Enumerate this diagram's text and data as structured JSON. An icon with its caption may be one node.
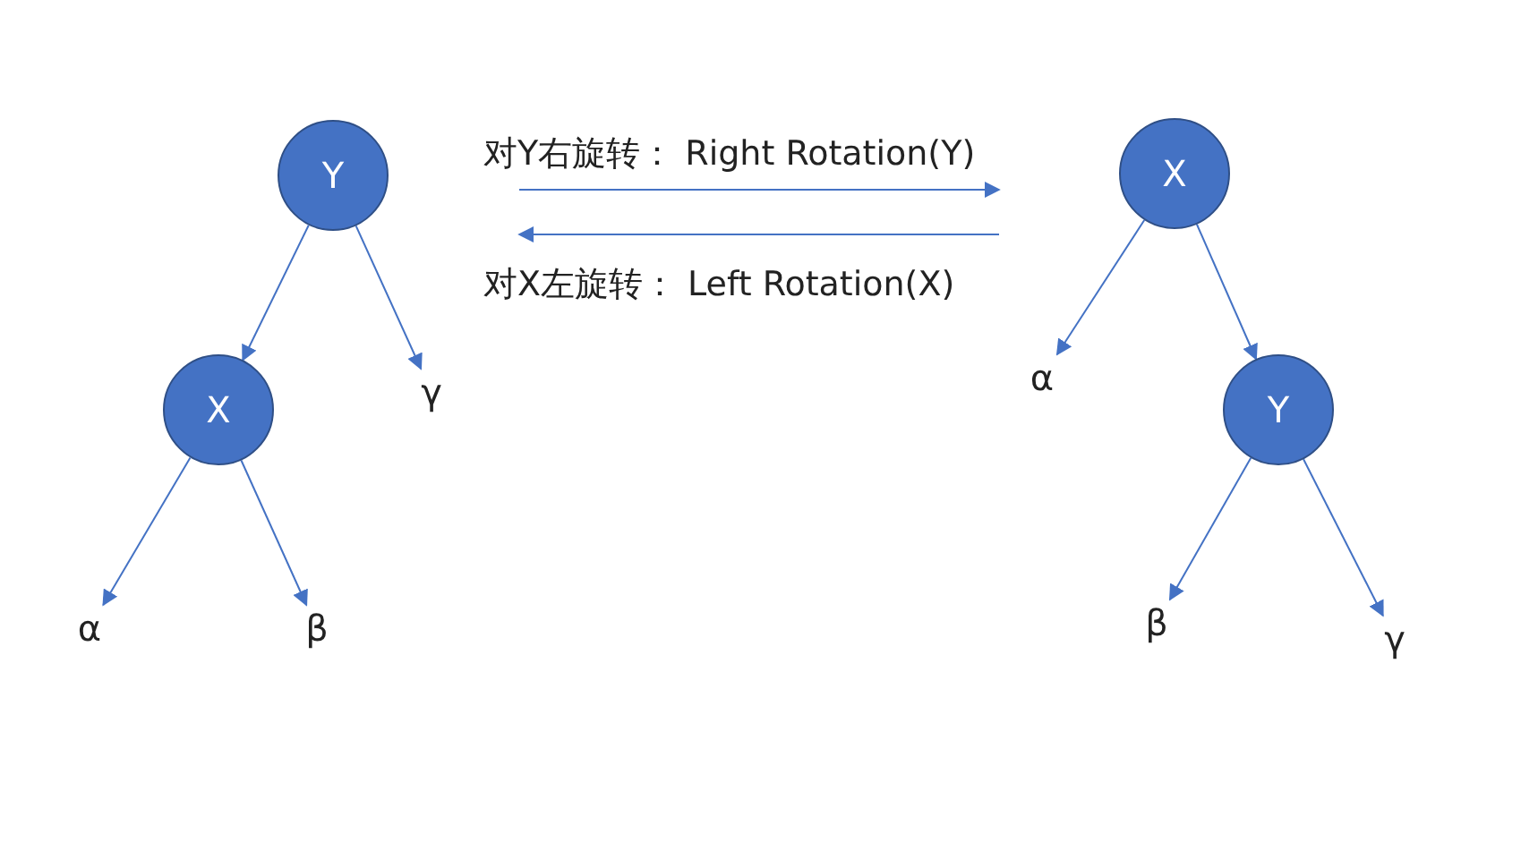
{
  "diagram": {
    "nodes": [
      {
        "text": [
          "Y"
        ]
      },
      {
        "text": [
          "X"
        ]
      },
      {
        "text": [
          "γ"
        ]
      },
      {
        "text": [
          "α"
        ]
      },
      {
        "text": [
          "β"
        ]
      },
      {
        "text": [
          "X"
        ]
      },
      {
        "text": [
          "α"
        ]
      },
      {
        "text": [
          "Y"
        ]
      },
      {
        "text": [
          "β"
        ]
      },
      {
        "text": [
          "γ"
        ]
      }
    ],
    "edges": [
      {
        "from": 0,
        "to": 1,
        "arrow": "to"
      },
      {
        "from": 0,
        "to": 2,
        "arrow": "to"
      },
      {
        "from": 1,
        "to": 3,
        "arrow": "to"
      },
      {
        "from": 1,
        "to": 4,
        "arrow": "to"
      },
      {
        "from": 5,
        "to": 6,
        "arrow": "to"
      },
      {
        "from": 5,
        "to": 7,
        "arrow": "to"
      },
      {
        "from": 7,
        "to": 8,
        "arrow": "to"
      },
      {
        "from": 7,
        "to": 9,
        "arrow": "to"
      }
    ],
    "labels": [
      "对Y右旋转： Right Rotation(Y)",
      "对X左旋转： Left Rotation(X)"
    ]
  }
}
